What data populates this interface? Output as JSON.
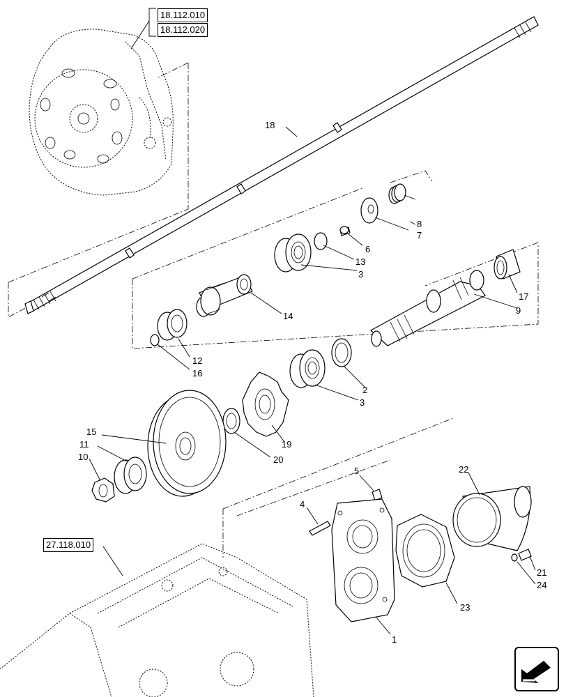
{
  "references": {
    "top_1": "18.112.010",
    "top_2": "18.112.020",
    "bottom": "27.118.010"
  },
  "callouts": {
    "p1": "1",
    "p2": "2",
    "p3a": "3",
    "p3b": "3",
    "p4": "4",
    "p5": "5",
    "p6": "6",
    "p7": "7",
    "p8": "8",
    "p9": "9",
    "p10": "10",
    "p11": "11",
    "p12": "12",
    "p13": "13",
    "p14": "14",
    "p15": "15",
    "p16": "16",
    "p17": "17",
    "p18": "18",
    "p19": "19",
    "p20": "20",
    "p21": "21",
    "p22": "22",
    "p23": "23",
    "p24": "24"
  },
  "icons": {
    "nav": "back-arrow-icon"
  }
}
